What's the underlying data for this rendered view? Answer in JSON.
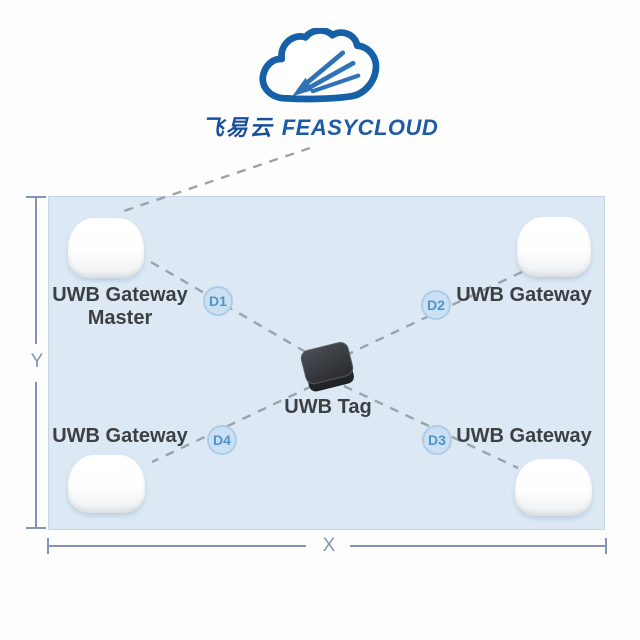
{
  "logo": {
    "cn_text": "飞易云",
    "en_text": "FEASYCLOUD",
    "brand_color": "#1c5ba7"
  },
  "diagram": {
    "area": {
      "fill": "#dce9f5",
      "border": "#c6d6e7"
    },
    "gateways": [
      {
        "position": "top-left",
        "label_line1": "UWB Gateway",
        "label_line2": "Master"
      },
      {
        "position": "top-right",
        "label": "UWB Gateway"
      },
      {
        "position": "bottom-right",
        "label": "UWB Gateway"
      },
      {
        "position": "bottom-left",
        "label": "UWB Gateway"
      }
    ],
    "tag": {
      "label": "UWB Tag"
    },
    "distances": [
      {
        "label": "D1"
      },
      {
        "label": "D2"
      },
      {
        "label": "D3"
      },
      {
        "label": "D4"
      }
    ],
    "axes": {
      "x_label": "X",
      "y_label": "Y"
    },
    "colors": {
      "dashed_line": "#9aa3ab",
      "dimension_line": "#8094b5",
      "distance_badge_fill": "#cbe1f3",
      "distance_badge_border": "#aecbe8",
      "distance_badge_text": "#4e94cc",
      "label_text": "#3d4043",
      "tag_body": "#3c4045"
    }
  }
}
